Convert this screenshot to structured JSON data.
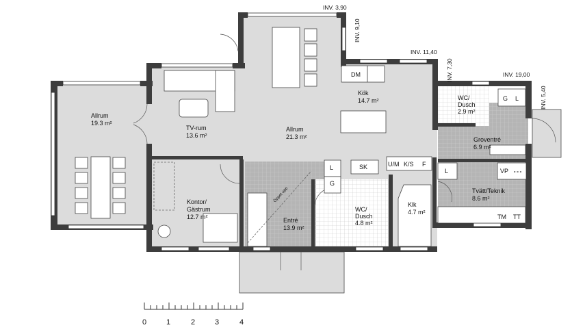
{
  "rooms": {
    "allrum_left": {
      "name": "Allrum",
      "area": "19.3 m²"
    },
    "tv_rum": {
      "name": "TV-rum",
      "area": "13.6 m²"
    },
    "allrum_center": {
      "name": "Allrum",
      "area": "21.3 m²"
    },
    "kok": {
      "name": "Kök",
      "area": "14.7 m²"
    },
    "wc_dusch_upper": {
      "name_line1": "WC/",
      "name_line2": "Dusch",
      "area": "2.9 m²"
    },
    "groventre": {
      "name": "Groventré",
      "area": "6.9 m²"
    },
    "kontor": {
      "name_line1": "Kontor/",
      "name_line2": "Gästrum",
      "area": "12.7 m²"
    },
    "entre": {
      "name": "Entré",
      "area": "13.9 m²"
    },
    "wc_dusch_lower": {
      "name_line1": "WC/",
      "name_line2": "Dusch",
      "area": "4.8 m²"
    },
    "klk": {
      "name": "Klk",
      "area": "4.7 m²"
    },
    "tvatt": {
      "name": "Tvätt/Teknik",
      "area": "8.6 m²"
    }
  },
  "fixtures": {
    "dm": "DM",
    "g1": "G",
    "l1": "L",
    "l2": "L",
    "g2": "G",
    "sk": "SK",
    "um": "U/M",
    "ks": "K/S",
    "f": "F",
    "l3": "L",
    "vp": "VP",
    "vp_dots": "∘∘∘",
    "tm": "TM",
    "tt": "TT",
    "stair": "Öppet upp"
  },
  "elevations": {
    "inv1": "INV. 3,90",
    "inv2": "INV. 9,10",
    "inv3": "INV. 11,40",
    "inv4": "INV. 7,30",
    "inv5": "INV. 19,00",
    "inv6": "INV. 5,40"
  },
  "scale_bar": {
    "ticks": [
      "0",
      "1",
      "2",
      "3",
      "4"
    ]
  },
  "colors": {
    "wall": "#3d3d3d",
    "floor": "#dcdcdc",
    "tile": "#b5b5b5",
    "wet": "#ffffff"
  }
}
